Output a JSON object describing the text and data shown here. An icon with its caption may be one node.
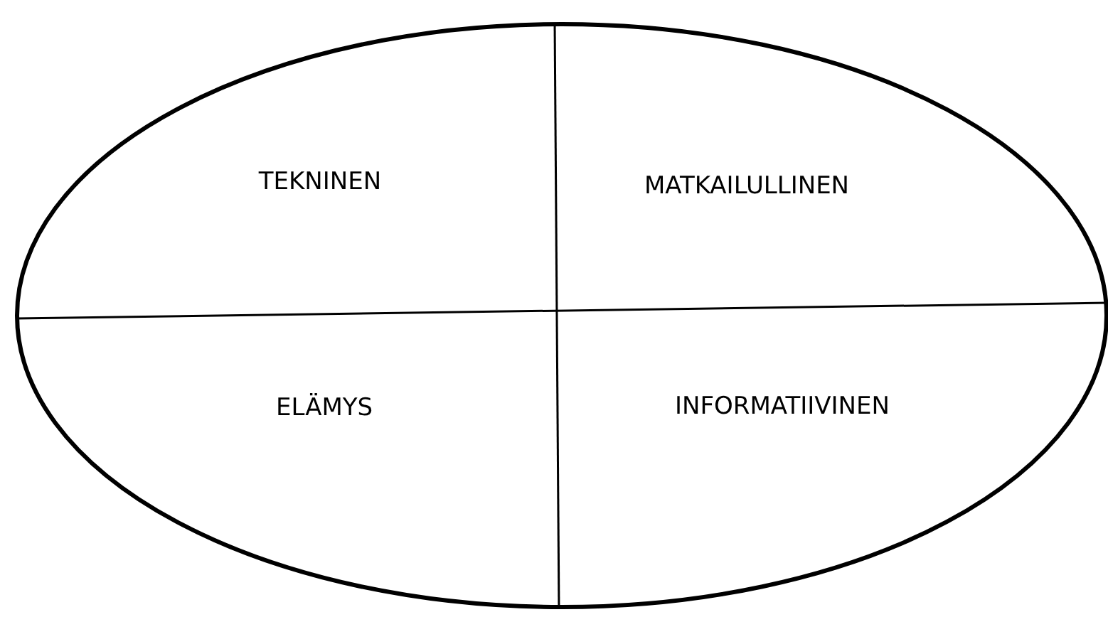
{
  "diagram": {
    "nodes": [
      {
        "text": [
          "TEKNINEN",
          "MATKAILULLINEN",
          "ELÄMYS",
          "INFORMATIIVINEN"
        ]
      }
    ]
  }
}
